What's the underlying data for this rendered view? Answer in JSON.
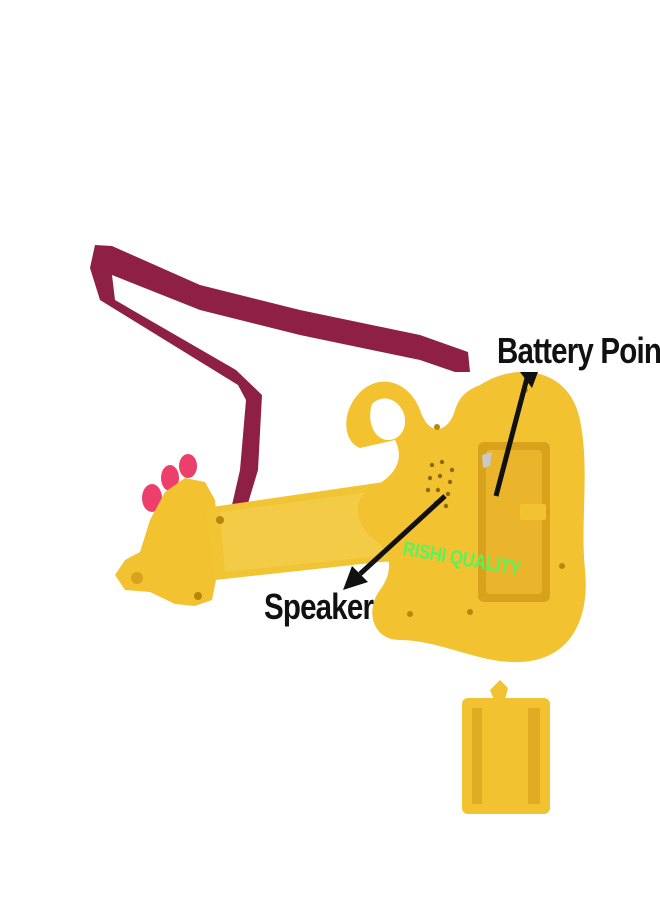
{
  "annotations": {
    "battery_label": "Battery Point",
    "speaker_label": "Speaker"
  },
  "watermark": "RISHI QUALITY",
  "colors": {
    "toy_body": "#f2c230",
    "toy_shadow": "#d9a21c",
    "strap": "#8e1f45",
    "knobs": "#ec3f6b",
    "arrow": "#111111",
    "watermark": "#5cf25c",
    "background": "#ffffff"
  }
}
